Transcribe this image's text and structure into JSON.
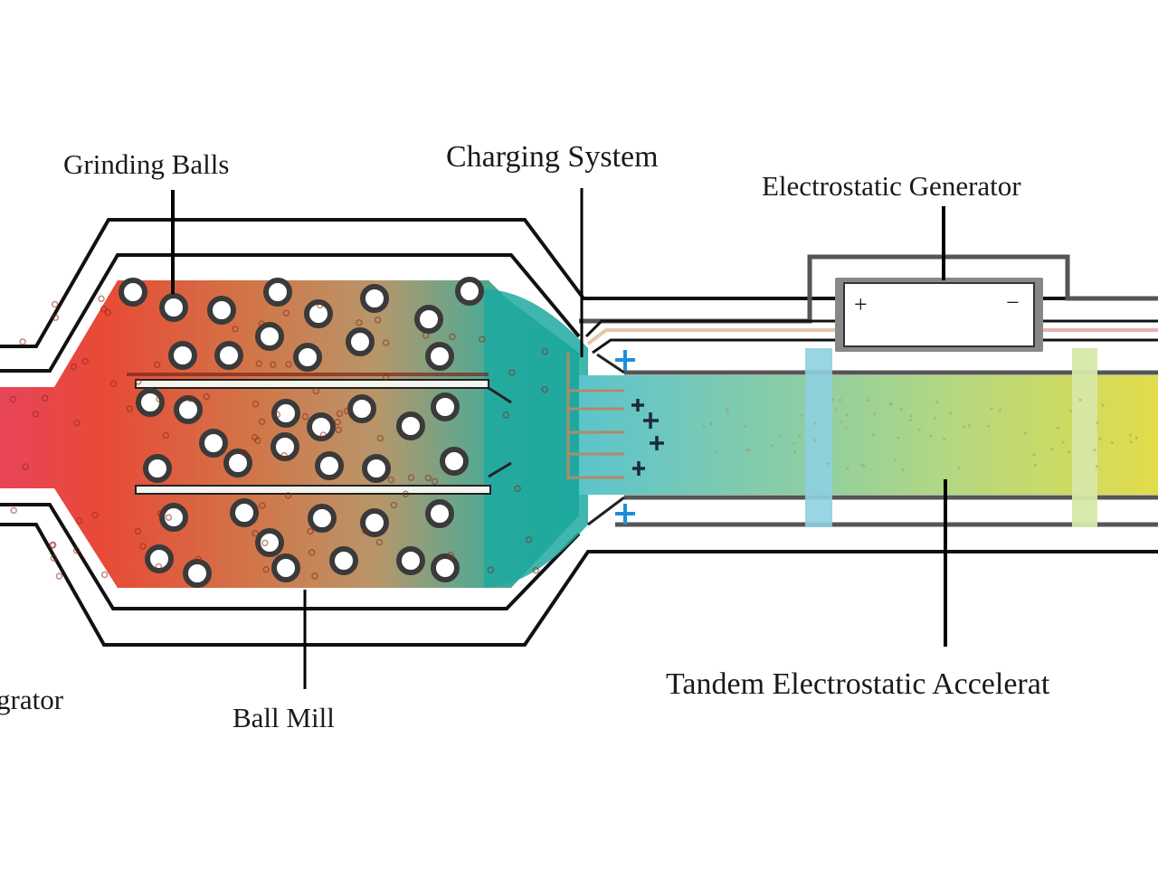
{
  "diagram": {
    "labels": {
      "grinding_balls": "Grinding Balls",
      "charging_system": "Charging System",
      "electrostatic_generator": "Electrostatic Generator",
      "ball_mill": "Ball Mill",
      "tandem_accelerator": "Tandem Electrostatic Accelerat",
      "left_partial": "grator"
    },
    "generator_terminals": {
      "positive": "+",
      "negative": "−"
    },
    "charge_symbol": "+",
    "colors": {
      "inlet": "#e8445a",
      "mill_start": "#e84a3a",
      "mill_mid": "#c98a5a",
      "mill_end": "#1aa89a",
      "charging": "#4fc0c8",
      "accelerator_mid": "#a8d890",
      "accelerator_end": "#e0dc50",
      "ring_blue": "#8ed0e0",
      "ring_green": "#d6e8a8",
      "charge_blue": "#1e8fd6"
    }
  }
}
